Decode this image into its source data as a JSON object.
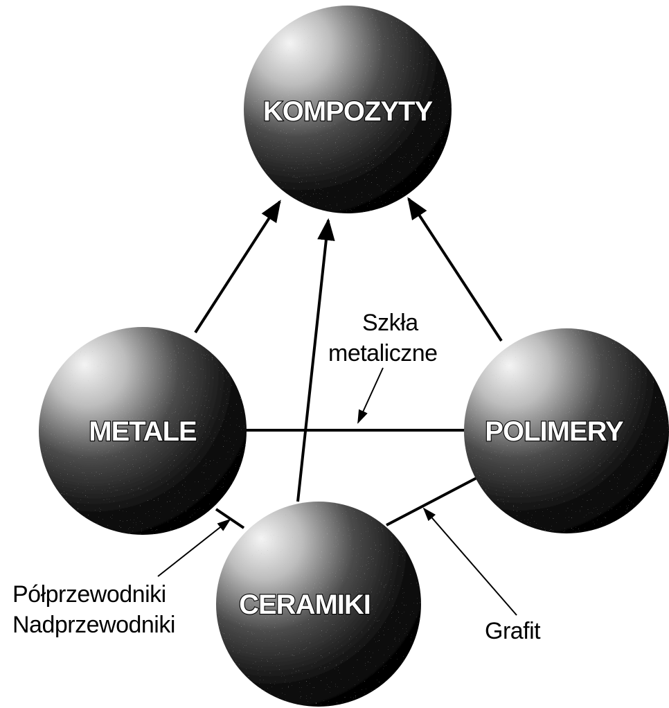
{
  "materials": {
    "kompozyty": "KOMPOZYTY",
    "metale": "METALE",
    "polimery": "POLIMERY",
    "ceramiki": "CERAMIKI"
  },
  "annotations": {
    "szkla_line1": "Szkła",
    "szkla_line2": "metaliczne",
    "polprzewodniki": "Półprzewodniki",
    "nadprzewodniki": "Nadprzewodniki",
    "grafit": "Grafit"
  },
  "colors": {
    "sphere_light": "#f4f4f4",
    "sphere_dark": "#000000",
    "line": "#000000",
    "background": "#ffffff"
  }
}
